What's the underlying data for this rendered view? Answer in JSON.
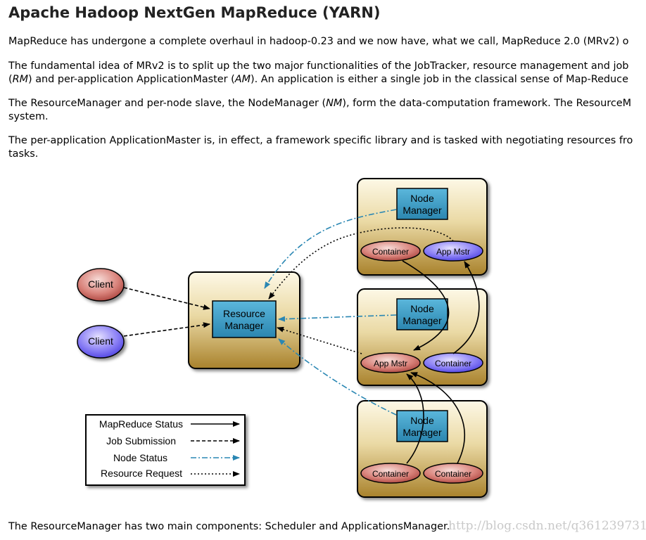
{
  "page": {
    "title": "Apache Hadoop NextGen MapReduce (YARN)",
    "p1": "MapReduce has undergone a complete overhaul in hadoop-0.23 and we now have, what we call, MapReduce 2.0 (MRv2) o",
    "p2_line1": "The fundamental idea of MRv2 is to split up the two major functionalities of the JobTracker, resource management and job",
    "p2_line2_a": "(",
    "p2_line2_rm": "RM",
    "p2_line2_b": ") and per-application ApplicationMaster (",
    "p2_line2_am": "AM",
    "p2_line2_c": "). An application is either a single job in the classical sense of Map-Reduce",
    "p3_line1_a": "The ResourceManager and per-node slave, the NodeManager (",
    "p3_line1_nm": "NM",
    "p3_line1_b": "), form the data-computation framework. The ResourceM",
    "p3_line2": "system.",
    "p4_line1": "The per-application ApplicationMaster is, in effect, a framework specific library and is tasked with negotiating resources fro",
    "p4_line2": "tasks.",
    "footer": "The ResourceManager has two main components: Scheduler and ApplicationsManager.",
    "watermark": "http://blog.csdn.net/q361239731"
  },
  "diagram": {
    "clients": [
      "Client",
      "Client"
    ],
    "resource_manager": [
      "Resource",
      "Manager"
    ],
    "node_manager": [
      "Node",
      "Manager"
    ],
    "node1": {
      "left": "Container",
      "right": "App Mstr"
    },
    "node2": {
      "left": "App Mstr",
      "right": "Container"
    },
    "node3": {
      "left": "Container",
      "right": "Container"
    },
    "legend": [
      "MapReduce Status",
      "Job Submission",
      "Node Status",
      "Resource Request"
    ],
    "colors": {
      "box_gold_top": "#fdf8e6",
      "box_gold_bottom": "#a9822c",
      "manager_blue": "#3d9fc6",
      "client_red": "#c75a55",
      "client_purple": "#6a5ff0",
      "node_status_arrow": "#2a87b3"
    }
  }
}
